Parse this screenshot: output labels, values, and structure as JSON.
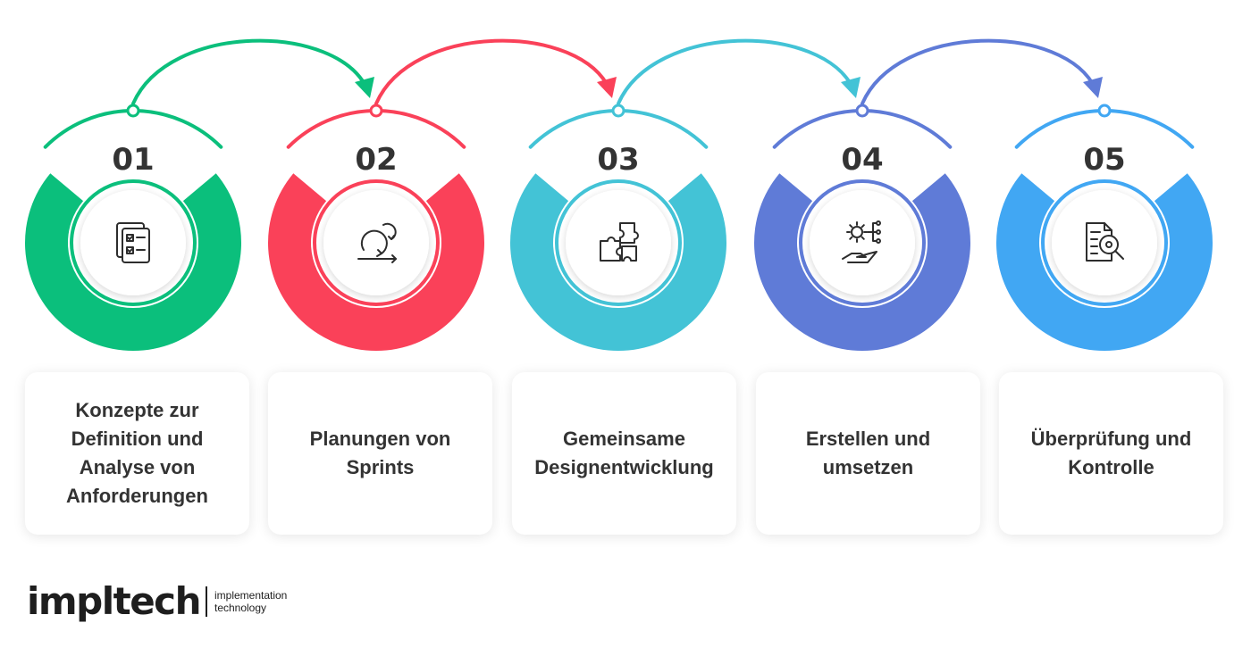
{
  "colors": {
    "green": "#0bbf7c",
    "red": "#fa4159",
    "teal": "#43c3d6",
    "indigo": "#5f7bd7",
    "blue": "#41a7f3"
  },
  "steps": [
    {
      "number": "01",
      "label": "Konzepte zur Definition und Analyse von Anforderungen",
      "label_lines": [
        "Konzepte zur",
        "Definition und",
        "Analyse von",
        "Anforderungen"
      ],
      "icon": "checklist-documents-icon"
    },
    {
      "number": "02",
      "label": "Planungen von Sprints",
      "label_lines": [
        "Planungen von",
        "Sprints"
      ],
      "icon": "sprint-cycle-icon"
    },
    {
      "number": "03",
      "label": "Gemeinsame Designentwicklung",
      "label_lines": [
        "Gemeinsame",
        "Designentwicklung"
      ],
      "icon": "puzzle-pieces-icon"
    },
    {
      "number": "04",
      "label": "Erstellen und umsetzen",
      "label_lines": [
        "Erstellen und",
        "umsetzen"
      ],
      "icon": "gear-hand-icon"
    },
    {
      "number": "05",
      "label": "Überprüfung und Kontrolle",
      "label_lines": [
        "Überprüfung und",
        "Kontrolle"
      ],
      "icon": "document-magnifier-icon"
    }
  ],
  "logo": {
    "name": "impltech",
    "tagline_1": "implementation",
    "tagline_2": "technology"
  }
}
